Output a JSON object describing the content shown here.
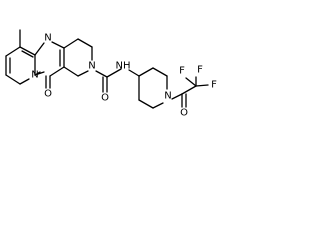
{
  "structure": {
    "atom_labels": {
      "ring_n1": "N",
      "ring_n2": "N",
      "amide_n": "N",
      "piperidine_n": "N",
      "amide_nh": "NH",
      "ketone_o": "O",
      "amide_o": "O",
      "acyl_o": "O",
      "fluorine_1": "F",
      "fluorine_2": "F",
      "fluorine_3": "F"
    }
  }
}
